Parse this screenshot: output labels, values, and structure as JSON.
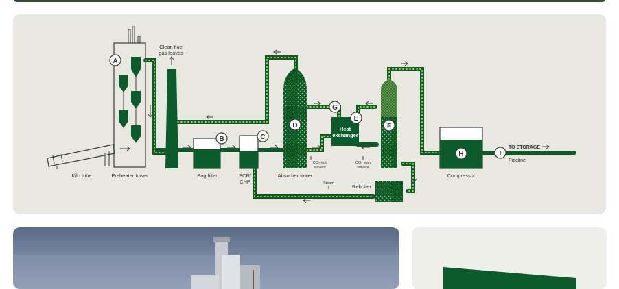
{
  "colors": {
    "dark_green": "#0d5a2c",
    "lime": "#a8cc3a",
    "bg": "#e8e8e0",
    "stroke": "#3c3c3c"
  },
  "labels": {
    "kiln_tube": "Kiln tube",
    "preheater_tower": "Preheater tower",
    "clean_flue": "Clean flue",
    "gas_leaves": "gas leaves",
    "bag_filter": "Bag filter",
    "scr_chp_1": "SCR/",
    "scr_chp_2": "CHP",
    "absorber_tower": "Absorber tower",
    "heat_1": "Heat",
    "heat_2": "exchanger",
    "co2_rich_1": "CO₂ rich",
    "co2_rich_2": "solvent",
    "co2_lean_1": "CO₂ lean",
    "co2_lean_2": "solvent",
    "steam": "Steam",
    "reboiler": "Reboiler",
    "compressor": "Compressor",
    "to_storage": "TO STORAGE",
    "pipeline": "Pipeline"
  },
  "markers": {
    "a": "A",
    "b": "B",
    "c": "C",
    "d": "D",
    "e": "E",
    "f": "F",
    "g": "G",
    "h": "H",
    "i": "I"
  }
}
